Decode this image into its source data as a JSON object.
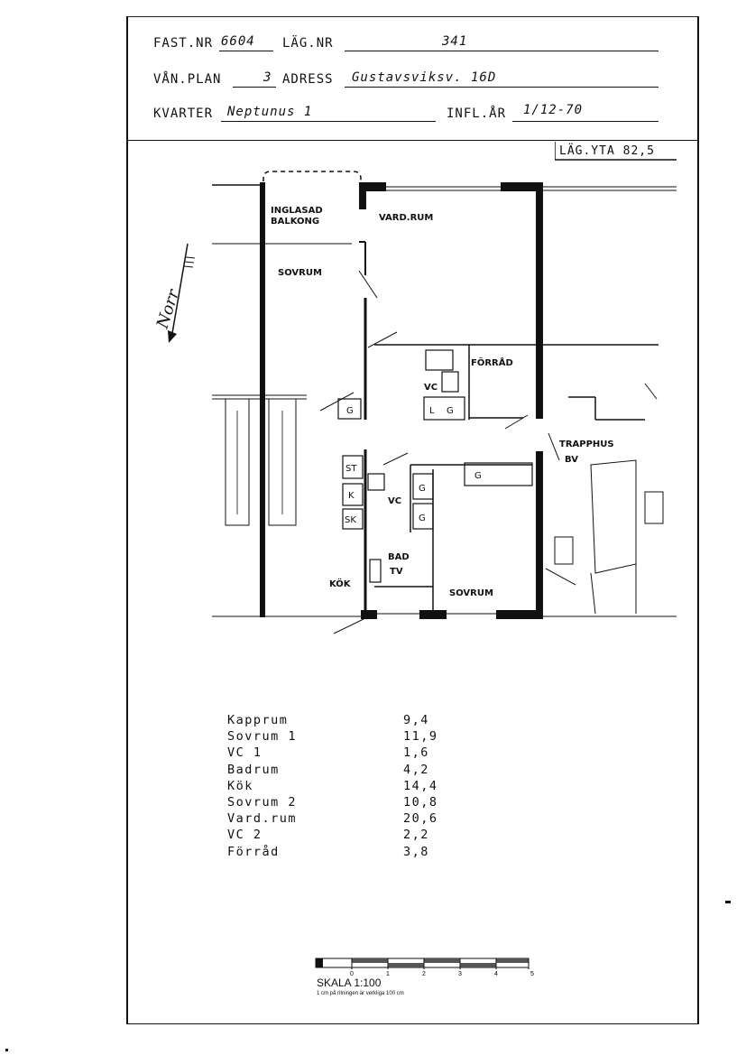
{
  "header": {
    "fastnr_label": "FAST.NR",
    "fastnr_value": "6604",
    "lagnr_label": "LÄG.NR",
    "lagnr_value": "341",
    "vanplan_label": "VÅN.PLAN",
    "vanplan_value": "3",
    "adress_label": "ADRESS",
    "adress_value": "Gustavsviksv. 16D",
    "kvarter_label": "KVARTER",
    "kvarter_value": "Neptunus 1",
    "inflar_label": "INFL.ÅR",
    "inflar_value": "1/12-70"
  },
  "area": {
    "label": "LÄG.YTA 82,5"
  },
  "plan": {
    "north": "Norr",
    "labels": {
      "balkong1": "INGLASAD",
      "balkong2": "BALKONG",
      "vardrum": "VARD.RUM",
      "sovrum1": "SOVRUM",
      "forrad": "FÖRRÅD",
      "vc_top": "VC",
      "trapphus": "TRAPPHUS",
      "bv": "BV",
      "vc_mid": "VC",
      "bad": "BAD",
      "tv": "TV",
      "kok": "KÖK",
      "sovrum2": "SOVRUM",
      "g1": "G",
      "g2": "G",
      "g3": "G",
      "g4": "G",
      "g5": "G",
      "l": "L",
      "st": "ST",
      "k": "K",
      "sk": "SK"
    }
  },
  "rooms": [
    {
      "name": "Kapprum",
      "area": "9,4"
    },
    {
      "name": "Sovrum 1",
      "area": "11,9"
    },
    {
      "name": "VC 1",
      "area": "1,6"
    },
    {
      "name": "Badrum",
      "area": "4,2"
    },
    {
      "name": "Kök",
      "area": "14,4"
    },
    {
      "name": "Sovrum 2",
      "area": "10,8"
    },
    {
      "name": "Vard.rum",
      "area": "20,6"
    },
    {
      "name": "VC 2",
      "area": "2,2"
    },
    {
      "name": "Förråd",
      "area": "3,8"
    }
  ],
  "scale": {
    "title": "SKALA 1:100",
    "note": "1 cm på ritningen är verkliga 100 cm",
    "ticks": [
      "0",
      "1",
      "2",
      "3",
      "4",
      "5"
    ]
  }
}
